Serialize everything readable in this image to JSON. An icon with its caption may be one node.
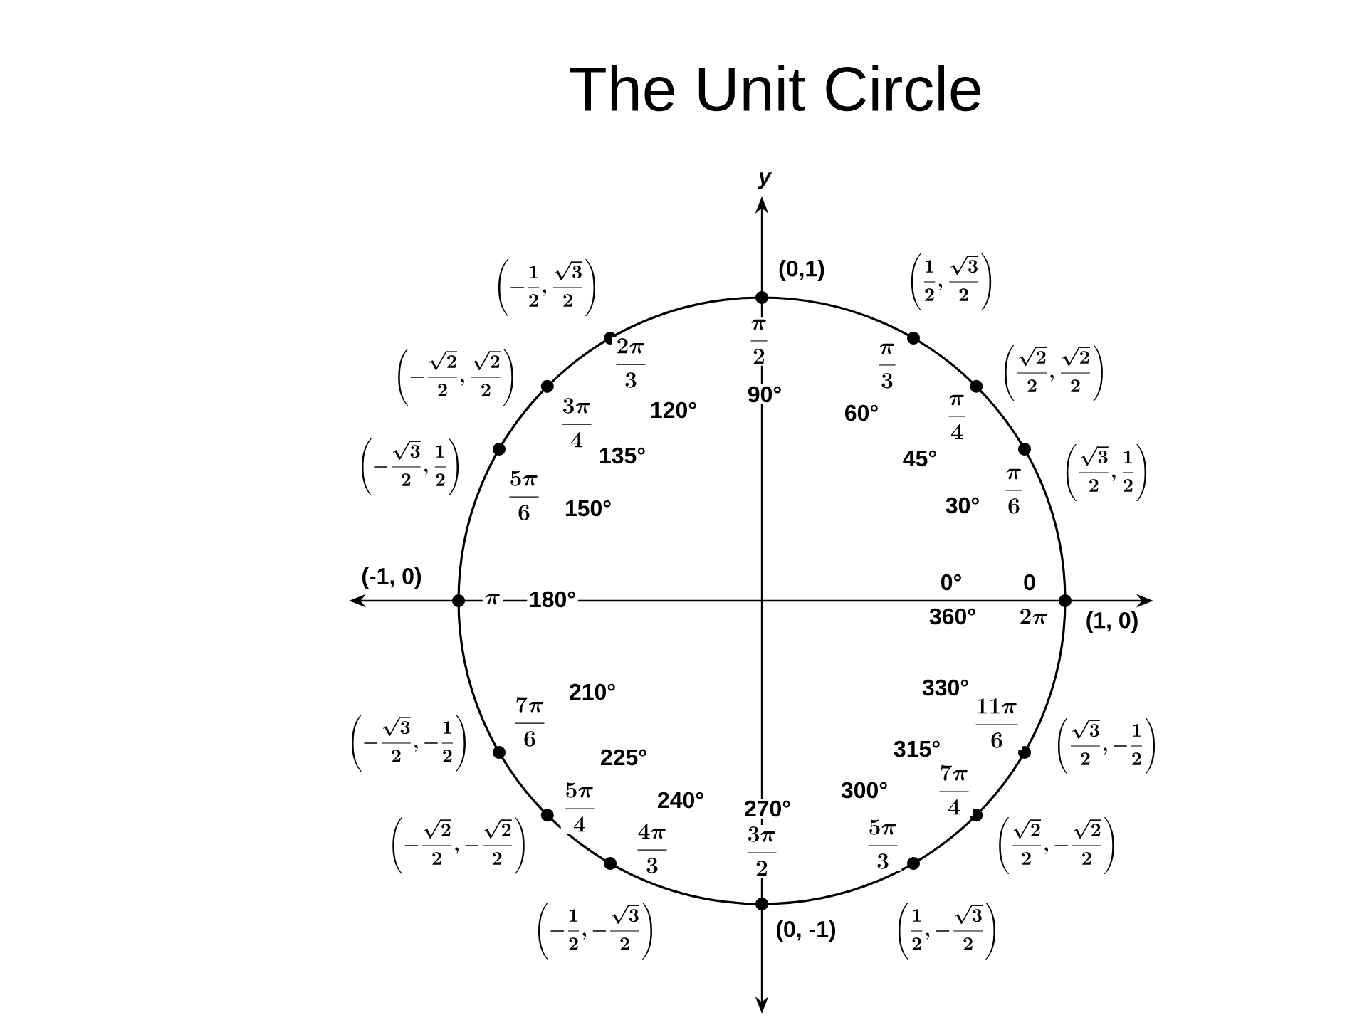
{
  "diagram": {
    "title": "The Unit Circle",
    "labels": [
      "y",
      "(0,1)",
      "\\left(-\\frac{1}{2},\\frac{\\sqrt{3}}{2}\\right)",
      "\\left(\\frac{1}{2},\\frac{\\sqrt{3}}{2}\\right)",
      "\\frac{\\pi}{2}",
      "\\left(-\\frac{\\sqrt{2}}{2},\\frac{\\sqrt{2}}{2}\\right)",
      "\\frac{2\\pi}{3}",
      "\\frac{\\pi}{3}",
      "\\left(\\frac{\\sqrt{2}}{2},\\frac{\\sqrt{2}}{2}\\right)",
      "120°",
      "90°",
      "60°",
      "\\frac{3\\pi}{4}",
      "\\frac{\\pi}{4}",
      "135°",
      "45°",
      "\\left(-\\frac{\\sqrt{3}}{2},\\frac{1}{2}\\right)",
      "\\frac{5\\pi}{6}",
      "150°",
      "30°",
      "\\frac{\\pi}{6}",
      "\\left(\\frac{\\sqrt{3}}{2},\\frac{1}{2}\\right)",
      "(-1, 0)",
      "0°",
      "0",
      "\\pi",
      "180°",
      "360°",
      "2\\pi",
      "(1, 0)",
      "210°",
      "330°",
      "\\left(-\\frac{\\sqrt{3}}{2},-\\frac{1}{2}\\right)",
      "\\frac{7\\pi}{6}",
      "\\frac{11\\pi}{6}",
      "\\left(\\frac{\\sqrt{3}}{2},-\\frac{1}{2}\\right)",
      "225°",
      "315°",
      "\\frac{5\\pi}{4}",
      "240°",
      "270°",
      "300°",
      "\\frac{7\\pi}{4}",
      "\\left(-\\frac{\\sqrt{2}}{2},-\\frac{\\sqrt{2}}{2}\\right)",
      "\\frac{4\\pi}{3}",
      "\\frac{3\\pi}{2}",
      "\\frac{5\\pi}{3}",
      "\\left(\\frac{\\sqrt{2}}{2},-\\frac{\\sqrt{2}}{2}\\right)",
      "\\left(-\\frac{1}{2},-\\frac{\\sqrt{3}}{2}\\right)",
      "(0, -1)",
      "\\left(\\frac{1}{2},-\\frac{\\sqrt{3}}{2}\\right)"
    ]
  }
}
